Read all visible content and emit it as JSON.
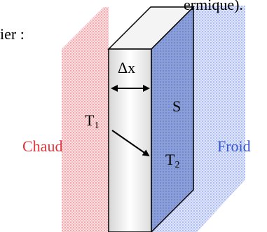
{
  "header_fragment": "ermique).",
  "left_fragment": "ier :",
  "labels": {
    "delta_x": "Δx",
    "surface": "S",
    "t1_main": "T",
    "t1_sub": "1",
    "t2_main": "T",
    "t2_sub": "2",
    "hot": "Chaud",
    "cold": "Froid"
  },
  "colors": {
    "hot": "#e0363c",
    "cold": "#3557c9",
    "wall_face": "#8ea3d8",
    "wall_top": "#f2f2f2",
    "wall_front": "#e6e6e6",
    "hot_zone": "#f4a3a6",
    "cold_zone": "#a9b8ee"
  }
}
